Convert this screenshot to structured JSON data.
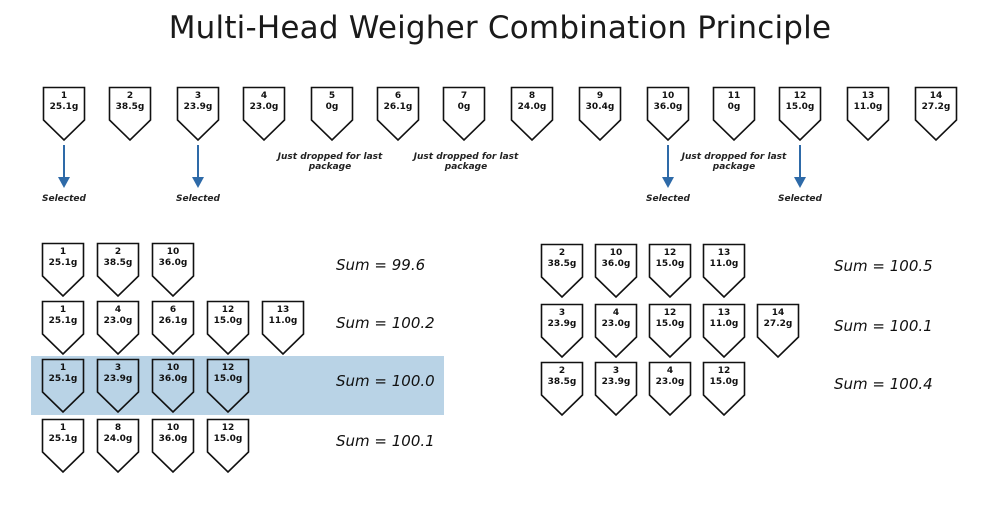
{
  "title": "Multi-Head Weigher Combination Principle",
  "colors": {
    "arrow": "#2e6aa8",
    "highlight": "#b9d3e6"
  },
  "hoppers": [
    {
      "num": "1",
      "weight": "25.1g"
    },
    {
      "num": "2",
      "weight": "38.5g"
    },
    {
      "num": "3",
      "weight": "23.9g"
    },
    {
      "num": "4",
      "weight": "23.0g"
    },
    {
      "num": "5",
      "weight": "0g"
    },
    {
      "num": "6",
      "weight": "26.1g"
    },
    {
      "num": "7",
      "weight": "0g"
    },
    {
      "num": "8",
      "weight": "24.0g"
    },
    {
      "num": "9",
      "weight": "30.4g"
    },
    {
      "num": "10",
      "weight": "36.0g"
    },
    {
      "num": "11",
      "weight": "0g"
    },
    {
      "num": "12",
      "weight": "15.0g"
    },
    {
      "num": "13",
      "weight": "11.0g"
    },
    {
      "num": "14",
      "weight": "27.2g"
    }
  ],
  "labels": {
    "selected": "Selected",
    "dropped": "Just dropped for last package"
  },
  "left_combos": [
    {
      "hoppers": [
        {
          "num": "1",
          "weight": "25.1g"
        },
        {
          "num": "2",
          "weight": "38.5g"
        },
        {
          "num": "10",
          "weight": "36.0g"
        }
      ],
      "sum": "Sum = 99.6",
      "highlighted": false
    },
    {
      "hoppers": [
        {
          "num": "1",
          "weight": "25.1g"
        },
        {
          "num": "4",
          "weight": "23.0g"
        },
        {
          "num": "6",
          "weight": "26.1g"
        },
        {
          "num": "12",
          "weight": "15.0g"
        },
        {
          "num": "13",
          "weight": "11.0g"
        }
      ],
      "sum": "Sum = 100.2",
      "highlighted": false
    },
    {
      "hoppers": [
        {
          "num": "1",
          "weight": "25.1g"
        },
        {
          "num": "3",
          "weight": "23.9g"
        },
        {
          "num": "10",
          "weight": "36.0g"
        },
        {
          "num": "12",
          "weight": "15.0g"
        }
      ],
      "sum": "Sum = 100.0",
      "highlighted": true
    },
    {
      "hoppers": [
        {
          "num": "1",
          "weight": "25.1g"
        },
        {
          "num": "8",
          "weight": "24.0g"
        },
        {
          "num": "10",
          "weight": "36.0g"
        },
        {
          "num": "12",
          "weight": "15.0g"
        }
      ],
      "sum": "Sum = 100.1",
      "highlighted": false
    }
  ],
  "right_combos": [
    {
      "hoppers": [
        {
          "num": "2",
          "weight": "38.5g"
        },
        {
          "num": "10",
          "weight": "36.0g"
        },
        {
          "num": "12",
          "weight": "15.0g"
        },
        {
          "num": "13",
          "weight": "11.0g"
        }
      ],
      "sum": "Sum = 100.5"
    },
    {
      "hoppers": [
        {
          "num": "3",
          "weight": "23.9g"
        },
        {
          "num": "4",
          "weight": "23.0g"
        },
        {
          "num": "12",
          "weight": "15.0g"
        },
        {
          "num": "13",
          "weight": "11.0g"
        },
        {
          "num": "14",
          "weight": "27.2g"
        }
      ],
      "sum": "Sum = 100.1"
    },
    {
      "hoppers": [
        {
          "num": "2",
          "weight": "38.5g"
        },
        {
          "num": "3",
          "weight": "23.9g"
        },
        {
          "num": "4",
          "weight": "23.0g"
        },
        {
          "num": "12",
          "weight": "15.0g"
        }
      ],
      "sum": "Sum = 100.4"
    }
  ]
}
